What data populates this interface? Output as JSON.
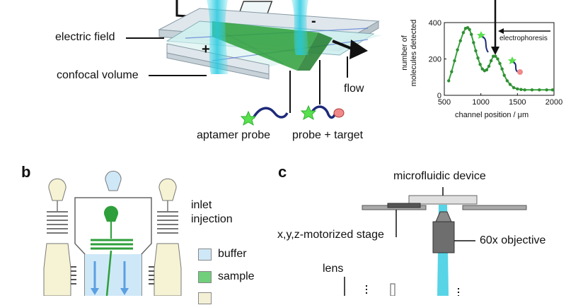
{
  "panel_a": {
    "labels": {
      "electric_field": "electric field",
      "confocal_volume": "confocal volume",
      "flow": "flow",
      "aptamer_probe": "aptamer probe",
      "probe_target": "probe + target",
      "plus": "+",
      "minus": "-"
    },
    "chart": {
      "ylabel_line1": "number of",
      "ylabel_line2": "molecules detected",
      "xlabel": "channel position / μm",
      "annotation": "electrophoresis",
      "x_ticks": [
        "500",
        "1000",
        "1500",
        "2000"
      ],
      "y_ticks": [
        "0",
        "200",
        "400"
      ]
    }
  },
  "panel_b": {
    "letter": "b",
    "inlet_line1": "inlet",
    "inlet_line2": "injection",
    "legend": [
      {
        "label": "buffer",
        "color": "#cfe8f8"
      },
      {
        "label": "sample",
        "color": "#6fcf7a"
      },
      {
        "label": "",
        "color": "#f3f0d6"
      }
    ]
  },
  "panel_c": {
    "letter": "c",
    "device": "microfluidic device",
    "stage": "x,y,z-motorized stage",
    "objective": "60x objective",
    "lens": "lens"
  },
  "chart_data": {
    "type": "line",
    "xlabel": "channel position / μm",
    "ylabel": "number of molecules detected",
    "xlim": [
      500,
      2000
    ],
    "ylim": [
      0,
      400
    ],
    "x": [
      560,
      600,
      640,
      680,
      720,
      760,
      790,
      820,
      845,
      870,
      900,
      930,
      960,
      990,
      1020,
      1050,
      1080,
      1110,
      1140,
      1170,
      1200,
      1230,
      1260,
      1290,
      1320,
      1360,
      1400,
      1450,
      1500,
      1550,
      1600,
      1700,
      1800,
      1900,
      1980
    ],
    "series": [
      {
        "values": [
          80,
          130,
          190,
          250,
          300,
          345,
          368,
          372,
          362,
          335,
          290,
          245,
          205,
          170,
          145,
          135,
          140,
          160,
          190,
          215,
          215,
          200,
          175,
          145,
          110,
          80,
          60,
          42,
          35,
          32,
          30,
          30,
          30,
          30,
          30
        ]
      }
    ],
    "grid": false
  }
}
